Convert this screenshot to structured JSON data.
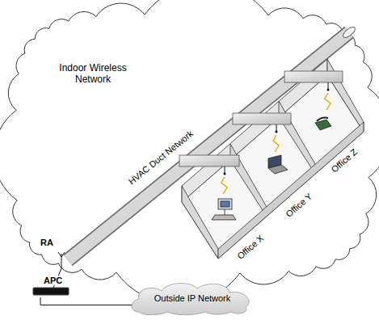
{
  "diagram": {
    "nodes": [
      {
        "text": [
          "APC"
        ]
      },
      {
        "text": [
          "Outside IP Network"
        ]
      }
    ],
    "edges": [
      {
        "from": 0,
        "to": 1,
        "arrow": "none"
      }
    ],
    "labels": [
      "Indoor Wireless Network",
      "HVAC Duct Network",
      "Office X",
      "Office Y",
      "Office Z",
      "RA"
    ]
  }
}
